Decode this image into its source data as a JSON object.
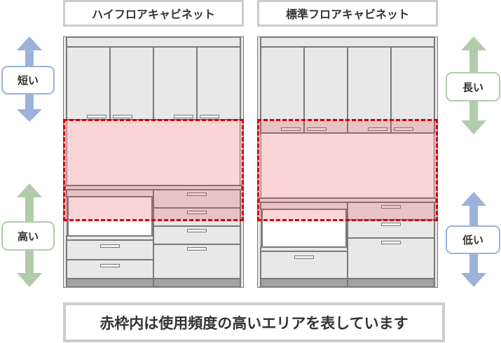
{
  "titles": {
    "left": "ハイフロアキャビネット",
    "right": "標準フロアキャビネット"
  },
  "labels": {
    "left_upper": "短い",
    "left_lower": "高い",
    "right_upper": "長い",
    "right_lower": "低い"
  },
  "footer": {
    "caption": "赤枠内は使用頻度の高いエリアを表しています"
  },
  "colors": {
    "blue_arrow": "#9bb3db",
    "green_arrow": "#b1cca9",
    "red_frame": "#d40000",
    "red_fill": "#f5c9cb",
    "panel": "#e8e8e8",
    "outline": "#7a7a7a",
    "plinth": "#a2a2a2"
  }
}
